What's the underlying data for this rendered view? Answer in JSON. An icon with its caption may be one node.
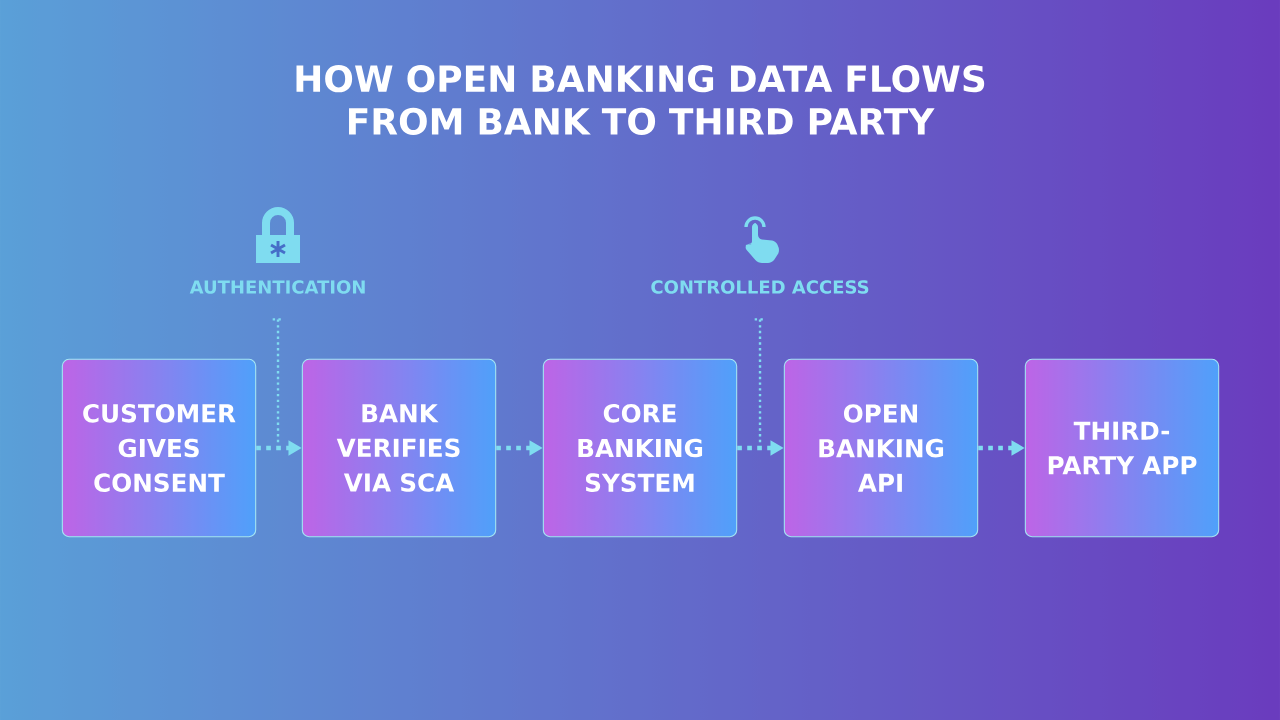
{
  "diagram": {
    "title": "HOW OPEN BANKING DATA FLOWS FROM BANK TO THIRD PARTY",
    "nodes": [
      {
        "text": [
          "CUSTOMER GIVES CONSENT"
        ]
      },
      {
        "text": [
          "BANK VERIFIES VIA SCA"
        ]
      },
      {
        "text": [
          "CORE BANKING SYSTEM"
        ]
      },
      {
        "text": [
          "OPEN BANKING API"
        ]
      },
      {
        "text": [
          "THIRD-PARTY APP"
        ]
      },
      {
        "text": [
          "AUTHENTICATION"
        ]
      },
      {
        "text": [
          "CONTROLLED ACCESS"
        ]
      }
    ],
    "edges": [
      {
        "from": 0,
        "to": 1,
        "arrow": "to"
      },
      {
        "from": 1,
        "to": 2,
        "arrow": "to"
      },
      {
        "from": 2,
        "to": 3,
        "arrow": "to"
      },
      {
        "from": 3,
        "to": 4,
        "arrow": "to"
      },
      {
        "from": 5,
        "to": null,
        "arrow": "none"
      },
      {
        "from": 6,
        "to": null,
        "arrow": "none"
      }
    ]
  }
}
